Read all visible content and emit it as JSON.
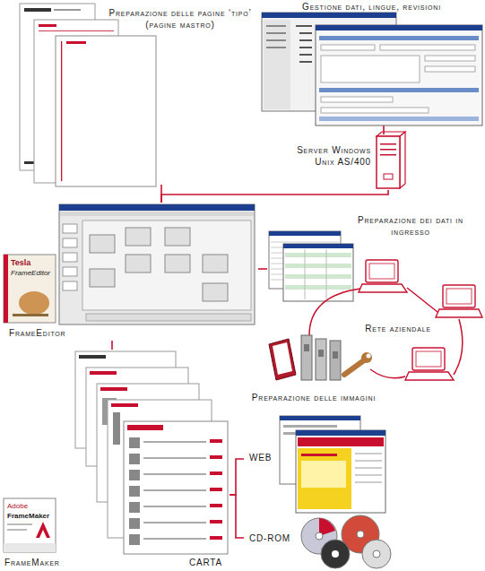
{
  "diagram": {
    "nodes": [
      {
        "text": [
          "Preparazione delle pagine ‘tipo’ (pagine mastro)"
        ]
      },
      {
        "text": [
          "Gestione dati, lingue, revisioni"
        ]
      },
      {
        "text": [
          "Server Windows Unix AS/400"
        ]
      },
      {
        "text": [
          "FrameEditor"
        ]
      },
      {
        "text": [
          "Preparazione dei dati in ingresso"
        ]
      },
      {
        "text": [
          "Rete aziendale"
        ]
      },
      {
        "text": [
          "Preparazione delle immagini"
        ]
      },
      {
        "text": [
          "FrameMaker"
        ]
      },
      {
        "text": [
          "CARTA"
        ]
      },
      {
        "text": [
          "WEB"
        ]
      },
      {
        "text": [
          "CD-ROM"
        ]
      }
    ],
    "edges": [
      {
        "from": 1,
        "to": 2,
        "arrow": "none"
      },
      {
        "from": 2,
        "to": 3,
        "arrow": "none"
      },
      {
        "from": 0,
        "to": 3,
        "arrow": "none"
      },
      {
        "from": 3,
        "to": 4,
        "arrow": "none"
      },
      {
        "from": 3,
        "to": 8,
        "arrow": "none"
      },
      {
        "from": 8,
        "to": 9,
        "arrow": "none"
      },
      {
        "from": 8,
        "to": 10,
        "arrow": "none"
      }
    ],
    "labels": [
      "Tesla",
      "FrameEditor",
      "Adobe",
      "FrameMaker"
    ]
  }
}
